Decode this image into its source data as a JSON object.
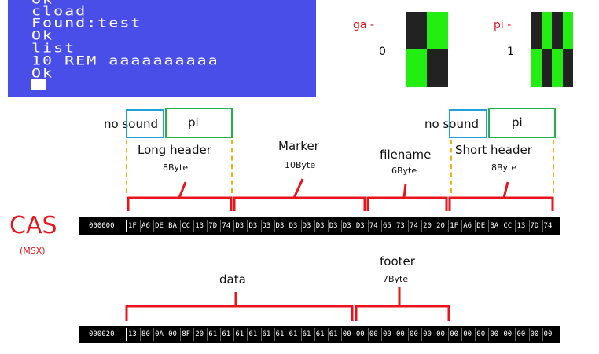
{
  "msx_screen": {
    "lines": [
      "Ok",
      "cload",
      "Found:test",
      "Ok",
      "list",
      "10 REM aaaaaaaaaa",
      "Ok"
    ]
  },
  "signals": [
    {
      "label": "ga -",
      "value": "0"
    },
    {
      "label": "pi -",
      "value": "1"
    }
  ],
  "sections_top": {
    "no_sound_1": "no sound",
    "pi_1": "pi",
    "long_header": "Long  header",
    "long_header_size": "8Byte",
    "marker": "Marker",
    "marker_size": "10Byte",
    "filename": "filename",
    "filename_size": "6Byte",
    "no_sound_2": "no sound",
    "pi_2": "pi",
    "short_header": "Short  header",
    "short_header_size": "8Byte"
  },
  "cas": {
    "title": "CAS",
    "subtitle": "(MSX)"
  },
  "hex_rows": [
    {
      "address": "000000",
      "bytes": [
        "1F",
        "A6",
        "DE",
        "BA",
        "CC",
        "13",
        "7D",
        "74",
        "D3",
        "D3",
        "D3",
        "D3",
        "D3",
        "D3",
        "D3",
        "D3",
        "D3",
        "D3",
        "74",
        "65",
        "73",
        "74",
        "20",
        "20",
        "1F",
        "A6",
        "DE",
        "BA",
        "CC",
        "13",
        "7D",
        "74"
      ]
    },
    {
      "address": "000020",
      "bytes": [
        "13",
        "80",
        "0A",
        "00",
        "8F",
        "20",
        "61",
        "61",
        "61",
        "61",
        "61",
        "61",
        "61",
        "61",
        "61",
        "61",
        "00",
        "00",
        "00",
        "00",
        "00",
        "00",
        "00",
        "00",
        "00",
        "00",
        "00",
        "00",
        "00",
        "00",
        "00",
        "00"
      ]
    }
  ],
  "sections_bottom": {
    "data": "data",
    "footer": "footer",
    "footer_size": "7Byte"
  },
  "colors": {
    "msx_bg": "#4a4ee8",
    "bracket": "#e8161c",
    "signal_on": "#22ee11",
    "signal_off": "#222222",
    "box_blue": "#1fa0d8",
    "box_green": "#22b14c",
    "dash": "#f2b011"
  }
}
